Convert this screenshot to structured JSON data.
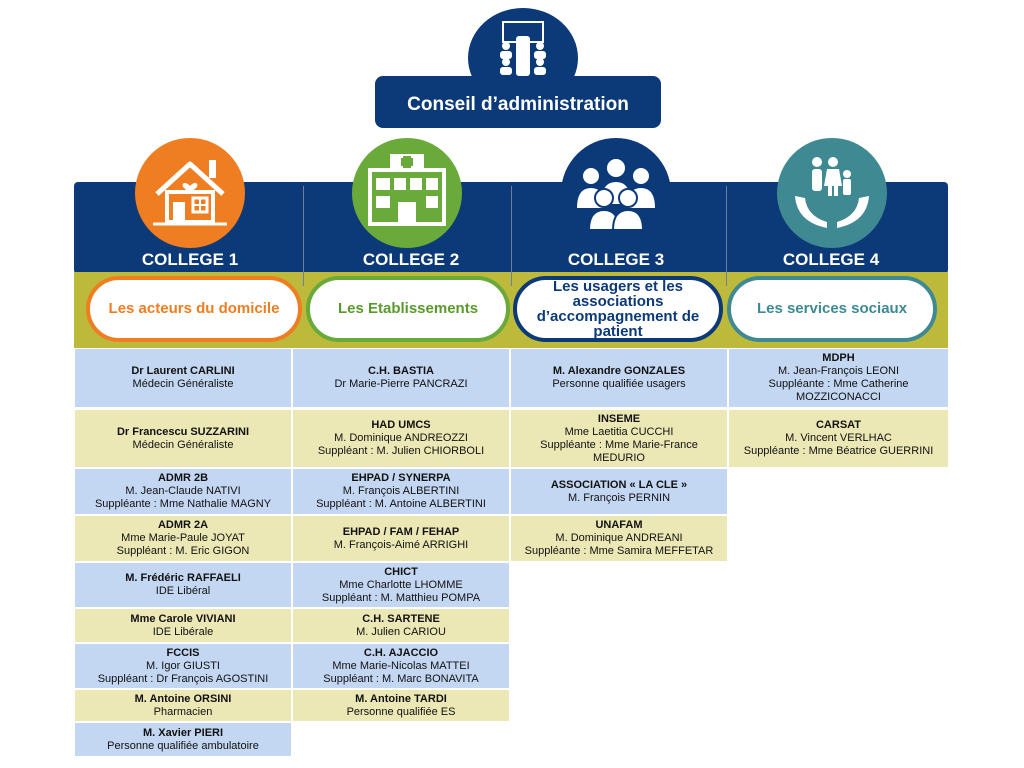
{
  "header": {
    "title": "Conseil d’administration"
  },
  "colors": {
    "navy": "#0c3a78",
    "olive": "#bdb93a",
    "orange": "#ef7d22",
    "green": "#6aaa3a",
    "teal": "#3f8a92",
    "blue_cell": "#c4d7f2",
    "yellow_cell": "#ece8b6"
  },
  "colleges": [
    {
      "label": "COLLEGE 1",
      "subtitle": "Les acteurs du domicile",
      "icon": "house-heart-icon"
    },
    {
      "label": "COLLEGE 2",
      "subtitle": "Les Etablissements",
      "icon": "hospital-icon"
    },
    {
      "label": "COLLEGE 3",
      "subtitle": "Les usagers et les associations d’accompagnement de patient",
      "icon": "people-group-icon"
    },
    {
      "label": "COLLEGE 4",
      "subtitle": "Les services sociaux",
      "icon": "family-hands-icon"
    }
  ],
  "c1": [
    {
      "name": "Dr Laurent CARLINI",
      "l1": "Médecin Généraliste",
      "l2": ""
    },
    {
      "name": "Dr Francescu SUZZARINI",
      "l1": "Médecin Généraliste",
      "l2": ""
    },
    {
      "name": "ADMR 2B",
      "l1": "M. Jean-Claude NATIVI",
      "l2": "Suppléante : Mme Nathalie MAGNY"
    },
    {
      "name": "ADMR 2A",
      "l1": "Mme Marie-Paule JOYAT",
      "l2": "Suppléant : M. Eric GIGON"
    },
    {
      "name": "M. Frédéric RAFFAELI",
      "l1": "IDE Libéral",
      "l2": ""
    },
    {
      "name": "Mme Carole VIVIANI",
      "l1": "IDE Libérale",
      "l2": ""
    },
    {
      "name": "FCCIS",
      "l1": "M. Igor GIUSTI",
      "l2": "Suppléant : Dr François AGOSTINI"
    },
    {
      "name": "M. Antoine ORSINI",
      "l1": "Pharmacien",
      "l2": ""
    },
    {
      "name": "M. Xavier PIERI",
      "l1": "Personne qualifiée ambulatoire",
      "l2": ""
    }
  ],
  "c2": [
    {
      "name": "C.H. BASTIA",
      "l1": "Dr Marie-Pierre PANCRAZI",
      "l2": ""
    },
    {
      "name": "HAD UMCS",
      "l1": "M. Dominique ANDREOZZI",
      "l2": "Suppléant : M. Julien CHIORBOLI"
    },
    {
      "name": "EHPAD / SYNERPA",
      "l1": "M. François ALBERTINI",
      "l2": "Suppléant : M. Antoine ALBERTINI"
    },
    {
      "name": "EHPAD / FAM / FEHAP",
      "l1": "M. François-Aimé ARRIGHI",
      "l2": ""
    },
    {
      "name": "CHICT",
      "l1": "Mme Charlotte LHOMME",
      "l2": "Suppléant : M. Matthieu POMPA"
    },
    {
      "name": "C.H. SARTENE",
      "l1": "M. Julien CARIOU",
      "l2": ""
    },
    {
      "name": "C.H. AJACCIO",
      "l1": "Mme Marie-Nicolas MATTEI",
      "l2": "Suppléant : M. Marc BONAVITA"
    },
    {
      "name": "M. Antoine TARDI",
      "l1": "Personne qualifiée ES",
      "l2": ""
    }
  ],
  "c3": [
    {
      "name": "M. Alexandre GONZALES",
      "l1": "Personne qualifiée usagers",
      "l2": "",
      "l3": ""
    },
    {
      "name": "INSEME",
      "l1": "Mme Laetitia CUCCHI",
      "l2": "Suppléante : Mme Marie-France",
      "l3": "MEDURIO"
    },
    {
      "name": "ASSOCIATION « LA CLE »",
      "l1": "M. François PERNIN",
      "l2": "",
      "l3": ""
    },
    {
      "name": "UNAFAM",
      "l1": "M. Dominique ANDREANI",
      "l2": "Suppléante : Mme Samira MEFFETAR",
      "l3": ""
    }
  ],
  "c4": [
    {
      "name": "MDPH",
      "l1": "M. Jean-François LEONI",
      "l2": "Suppléante : Mme Catherine",
      "l3": "MOZZICONACCI"
    },
    {
      "name": "CARSAT",
      "l1": "M. Vincent VERLHAC",
      "l2": "Suppléante : Mme Béatrice GUERRINI",
      "l3": ""
    }
  ]
}
